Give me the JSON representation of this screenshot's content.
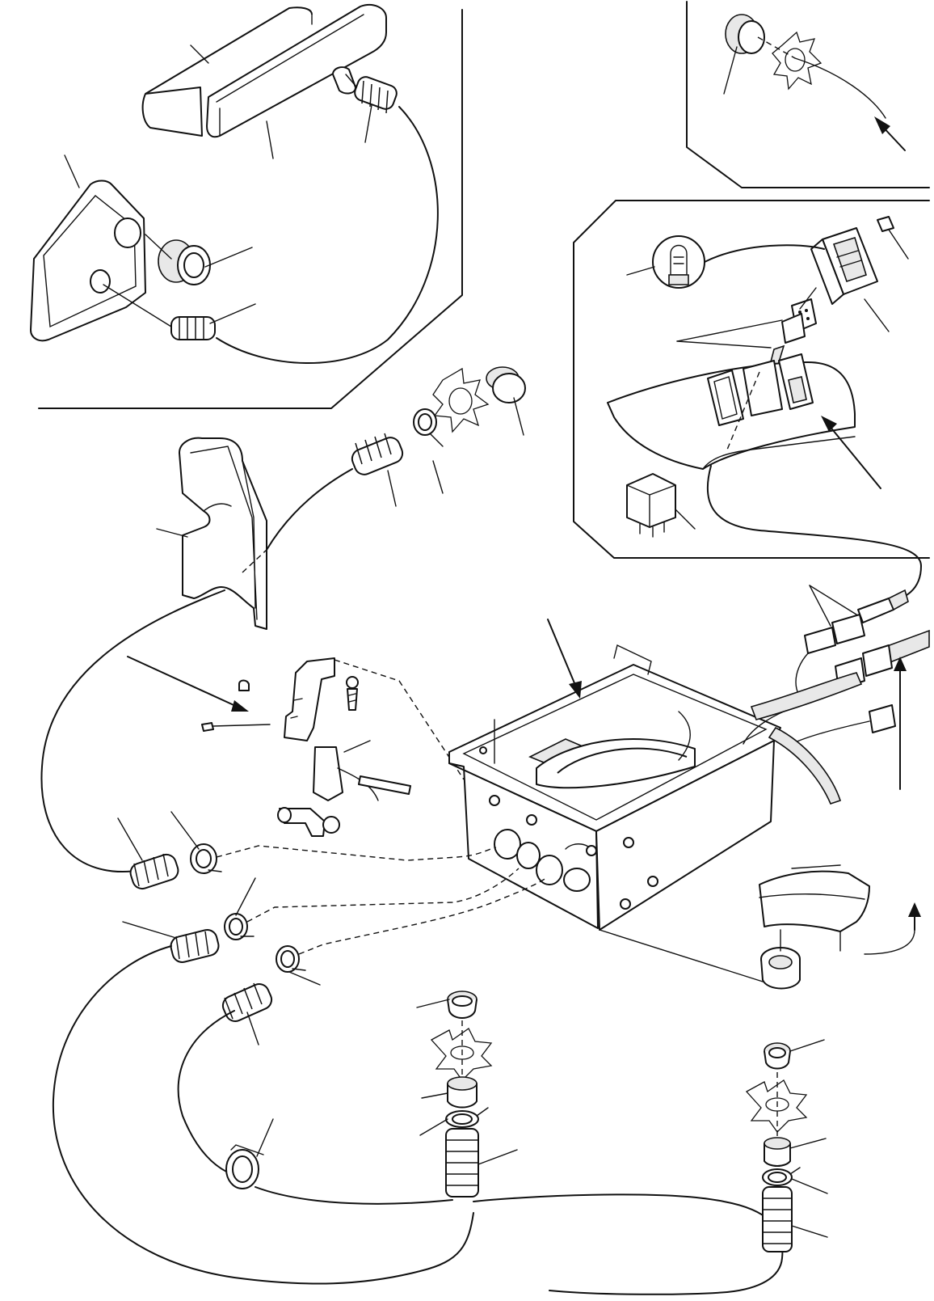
{
  "diagram": {
    "footer_code": "",
    "parts": [
      "light-lens",
      "light-body",
      "housing",
      "grommet",
      "hose",
      "hose-clamp",
      "gasket",
      "bulb",
      "rocker-switch",
      "switch-cap",
      "connector",
      "relay",
      "console-panel",
      "bracket",
      "heater-unit",
      "wire-harness",
      "drain-grommet",
      "callout-arrow"
    ]
  }
}
